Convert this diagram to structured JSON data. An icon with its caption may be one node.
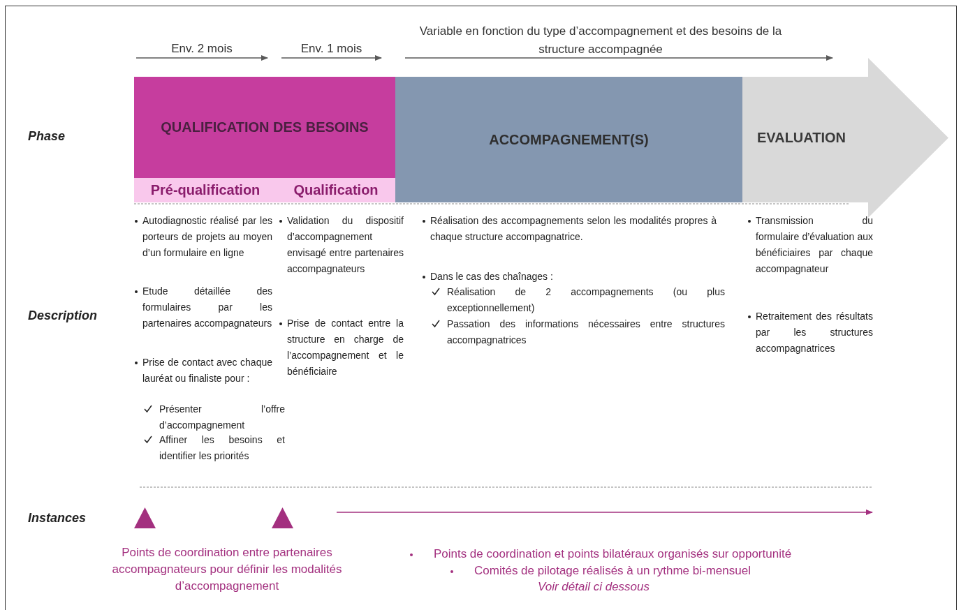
{
  "diagram": {
    "nodes": [
      {
        "text": [
          "QUALIFICATION DES BESOINS"
        ]
      },
      {
        "text": [
          "ACCOMPAGNEMENT(S)"
        ]
      },
      {
        "text": [
          "EVALUATION"
        ]
      },
      {
        "text": [
          "Pré-qualification"
        ]
      },
      {
        "text": [
          "Qualification"
        ]
      },
      {
        "text": [],
        "shape": "triangle"
      },
      {
        "text": [],
        "shape": "triangle"
      }
    ],
    "edges": [],
    "labels": [
      "Env. 2 mois",
      "Env. 1 mois",
      "Variable en fonction du type d’accompagnement et des besoins de la structure accompagnée",
      "Phase",
      "Description",
      "Autodiagnostic réalisé par les porteurs de projets au moyen d’un formulaire en ligne",
      "Etude détaillée des formulaires par les partenaires accompagnateurs",
      "Prise de contact avec chaque lauréat ou finaliste pour :",
      "Présenter l’offre d’accompagnement",
      "Affiner les besoins et identifier les priorités",
      "Validation du dispositif d’accompagnement envisagé entre partenaires accompagnateurs",
      "Prise de contact entre la structure en charge de l’accompagnement et le bénéficiaire",
      "Réalisation des accompagnements selon les modalités propres à chaque structure accompagnatrice.",
      "Dans le cas des chaînages :",
      "Réalisation de 2 accompagnements (ou plus exceptionnellement)",
      "Passation des informations nécessaires entre structures accompagnatrices",
      "Transmission du formulaire d’évaluation aux bénéficiaires par chaque accompagnateur",
      "Retraitement des résultats par les structures accompagnatrices",
      "Instances",
      "Points de coordination entre partenaires accompagnateurs pour définir les modalités d’accompagnement",
      "Points de coordination et points bilatéraux organisés sur opportunité",
      "Comités de pilotage réalisés à un rythme bi-mensuel",
      "Voir détail ci dessous"
    ]
  }
}
